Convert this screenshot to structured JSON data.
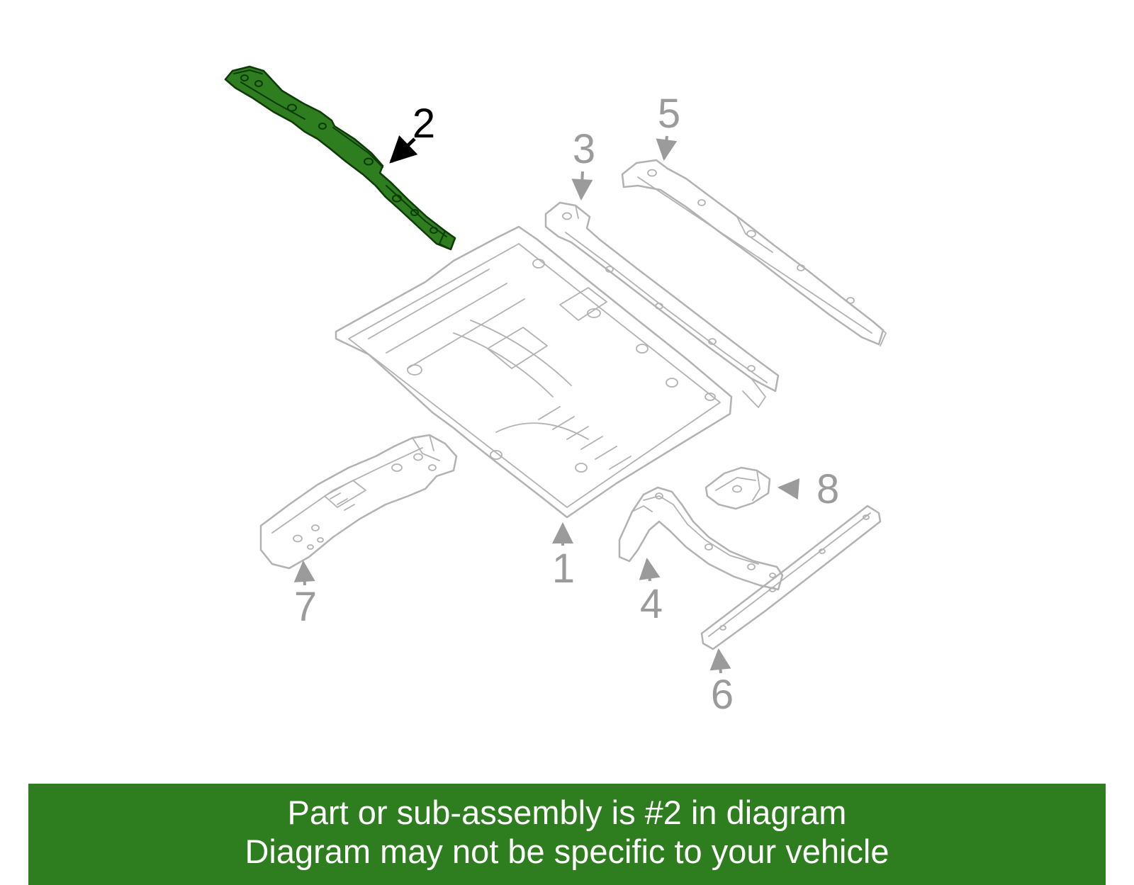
{
  "colors": {
    "background": "#ffffff",
    "line": "#b2b2b2",
    "label": "#9b9b9b",
    "highlight_label": "#000000",
    "highlight_fill": "#2e7d1e",
    "highlight_detail": "#0d3a06",
    "banner_bg": "#2e7d1e",
    "banner_text": "#ffffff"
  },
  "part_labels": [
    "1",
    "2",
    "3",
    "4",
    "5",
    "6",
    "7",
    "8"
  ],
  "highlighted_part": "2",
  "banner": {
    "line1": "Part or sub-assembly is #2 in diagram",
    "line2": "Diagram may not be specific to your vehicle"
  }
}
